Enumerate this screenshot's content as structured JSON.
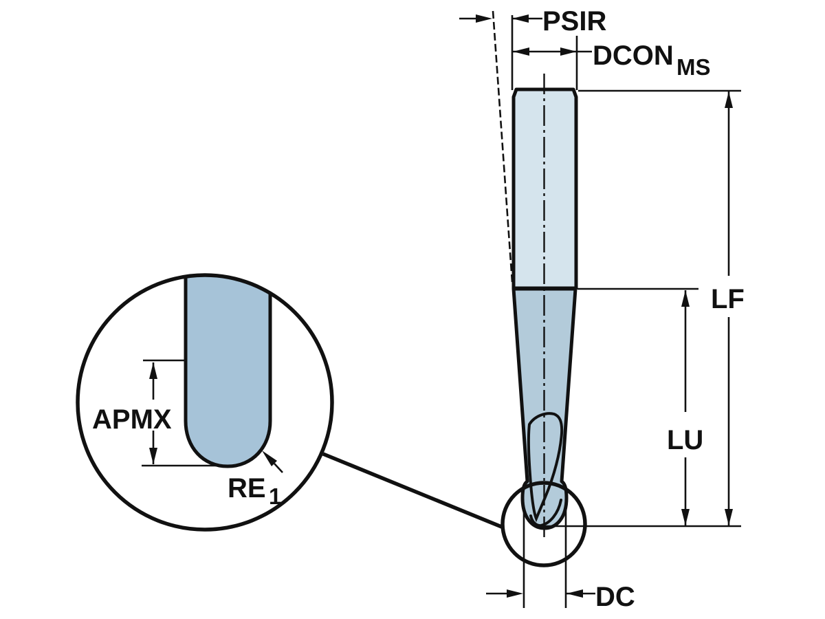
{
  "labels": {
    "psir": "PSIR",
    "dcon": "DCON",
    "dcon_sub": "MS",
    "lf": "LF",
    "lu": "LU",
    "dc": "DC",
    "apmx": "APMX",
    "re": "RE",
    "re_sub": "1"
  },
  "colors": {
    "background": "#ffffff",
    "shank_fill": "#d5e4ed",
    "neck_fill": "#b3cbda",
    "zoom_tip_fill": "#a6c3d8",
    "line": "#111111"
  }
}
